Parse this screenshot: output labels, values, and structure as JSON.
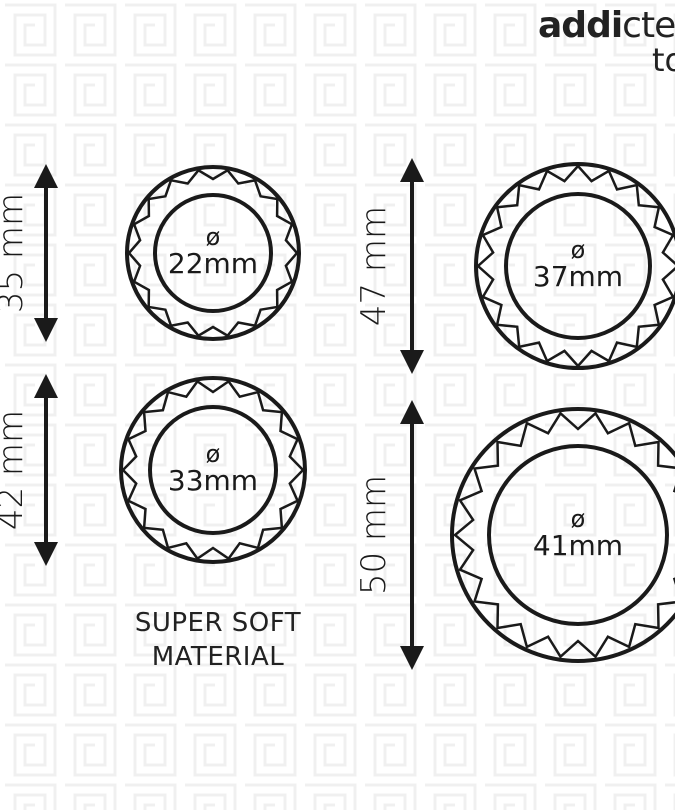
{
  "brand": {
    "line1_bold": "addi",
    "line1_light": "cte",
    "line2": "to"
  },
  "caption": {
    "line1": "SUPER SOFT",
    "line2": "MATERIAL"
  },
  "rings": [
    {
      "name": "small",
      "height_label": "35 mm",
      "inner_symbol": "ø",
      "inner_label": "22mm"
    },
    {
      "name": "medium-small",
      "height_label": "42 mm",
      "inner_symbol": "ø",
      "inner_label": "33mm"
    },
    {
      "name": "medium-large",
      "height_label": "47 mm",
      "inner_symbol": "ø",
      "inner_label": "37mm"
    },
    {
      "name": "large",
      "height_label": "50 mm",
      "inner_symbol": "ø",
      "inner_label": "41mm"
    }
  ],
  "colors": {
    "line": "#1a1a1a",
    "background": "#ffffff",
    "pattern": "#f2f2f2"
  }
}
